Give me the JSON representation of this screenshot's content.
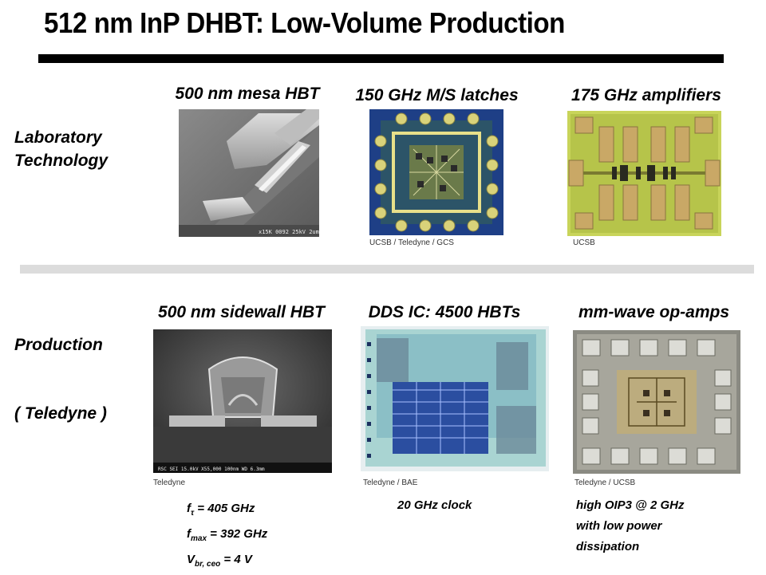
{
  "slide": {
    "title": "512 nm InP DHBT: Low-Volume Production"
  },
  "rows": {
    "laboratory": {
      "line1": "Laboratory",
      "line2": "Technology"
    },
    "production": {
      "line1": "Production",
      "line2": "( Teledyne )"
    }
  },
  "lab": {
    "mesa": {
      "heading": "500 nm mesa HBT",
      "sem_label": "x15K  0092  25kV  2um"
    },
    "latches": {
      "heading": "150 GHz M/S latches",
      "credit": "UCSB / Teledyne / GCS"
    },
    "amplifiers": {
      "heading": "175 GHz amplifiers",
      "credit": "UCSB"
    }
  },
  "prod": {
    "sidewall": {
      "heading": "500 nm sidewall HBT",
      "credit": "Teledyne",
      "sem_label": "RSC        SEI   15.0kV  X55,000   100nm   WD 6.3mm",
      "specs": {
        "ft_sym": "f",
        "ft_sub": "τ",
        "ft_val": " = 405 GHz",
        "fmax_sym": "f",
        "fmax_sub": "max",
        "fmax_val": " = 392 GHz",
        "vbr_sym": "V",
        "vbr_sub": "br, ceo",
        "vbr_val": " = 4 V"
      }
    },
    "dds": {
      "heading": "DDS IC: 4500 HBTs",
      "credit": "Teledyne / BAE",
      "note": "20 GHz clock"
    },
    "opamps": {
      "heading": "mm-wave op-amps",
      "credit": "Teledyne / UCSB",
      "note_line1": "high OIP3 @ 2 GHz",
      "note_line2": "with low power",
      "note_line3": "dissipation"
    }
  },
  "colors": {
    "rule": "#000000",
    "divider": "#dcdcdc",
    "chip_blue": "#1e3f86",
    "chip_yellow": "#d8e07a",
    "gold": "#c9b06a"
  }
}
